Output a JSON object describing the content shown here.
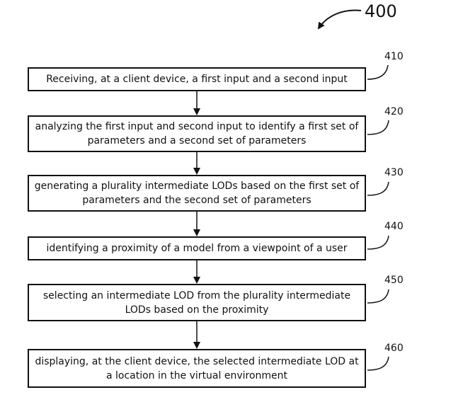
{
  "figure": {
    "number": "400"
  },
  "steps": [
    {
      "ref": "410",
      "text": "Receiving, at a client device, a first input and a second input"
    },
    {
      "ref": "420",
      "text": "analyzing the first input and second input to identify a first set of parameters and a second set of parameters"
    },
    {
      "ref": "430",
      "text": "generating a plurality intermediate LODs based on the first set of parameters and the second set of parameters"
    },
    {
      "ref": "440",
      "text": "identifying a proximity of a model from a viewpoint of a user"
    },
    {
      "ref": "450",
      "text": "selecting an intermediate LOD from the plurality intermediate LODs based on the proximity"
    },
    {
      "ref": "460",
      "text": "displaying, at the client device, the selected intermediate LOD at a location in the virtual environment"
    }
  ]
}
